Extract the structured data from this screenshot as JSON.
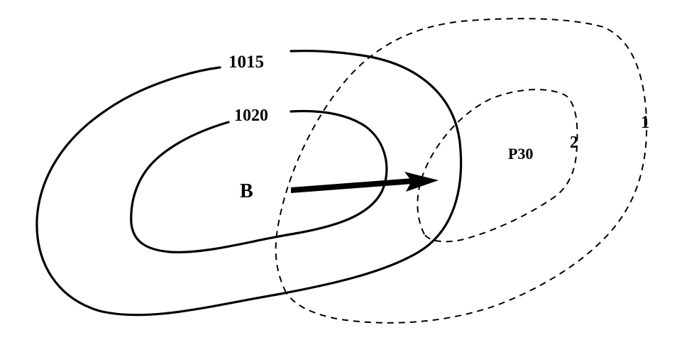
{
  "isobars": [
    {
      "label": "1015"
    },
    {
      "label": "1020"
    }
  ],
  "pressure_center": {
    "label": "B"
  },
  "precip_contours": [
    {
      "label": "1"
    },
    {
      "label": "2"
    }
  ],
  "precip_center": {
    "label": "P30"
  },
  "colors": {
    "ink": "#000000",
    "background": "#ffffff"
  },
  "line_styles": {
    "isobars": "solid",
    "precip_contours": "dashed"
  }
}
